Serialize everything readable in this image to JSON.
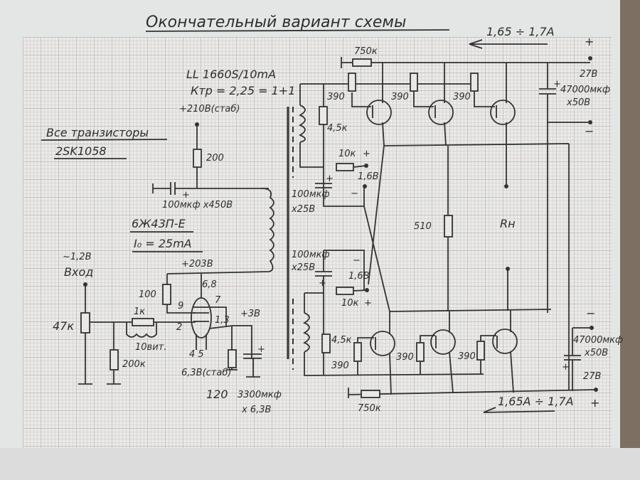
{
  "title": "Окончательный вариант схемы",
  "current_top": "1,65 ÷ 1,7A",
  "current_bottom": "1,65A ÷ 1,7A",
  "notes": {
    "all_transistors": "Все транзисторы",
    "transistor_type": "2SK1058",
    "transformer": "LL 1660S/10mA",
    "ratio": "Ктр = 2,25 = 1+1",
    "supply_210": "+210В(стаб)",
    "tube": "6Ж43П-Е",
    "tube_current": "I₀ = 25mA",
    "anode_voltage": "+203В",
    "input_level": "~1,2В",
    "input": "Вход",
    "load": "Rн"
  },
  "components": {
    "r_200": "200",
    "c_anode": "100мкф х450В",
    "r_100": "100",
    "r_1k": "1к",
    "coil_10": "10вит.",
    "pot_47k": "47к",
    "r_200k": "200к",
    "r_120": "120",
    "c_3300": "3300мкф",
    "c_3300_v": "х 6,3В",
    "heater": "6,3В(стаб)",
    "cathode_v": "+3В",
    "r_750k": "750к",
    "r_390": "390",
    "r_4_5k": "4,5к",
    "r_10k": "10к",
    "c_100": "100мкф",
    "c_100_v": "х25В",
    "bias": "1,6В",
    "r_510": "510",
    "c_47000": "47000мкф",
    "c_47000_v": "х50В",
    "supply_27": "27В",
    "plus": "+",
    "minus": "−"
  },
  "pins": {
    "p68": "6,8",
    "p7": "7",
    "p9": "9",
    "p13": "1,3",
    "p2": "2",
    "p45": "4  5"
  }
}
